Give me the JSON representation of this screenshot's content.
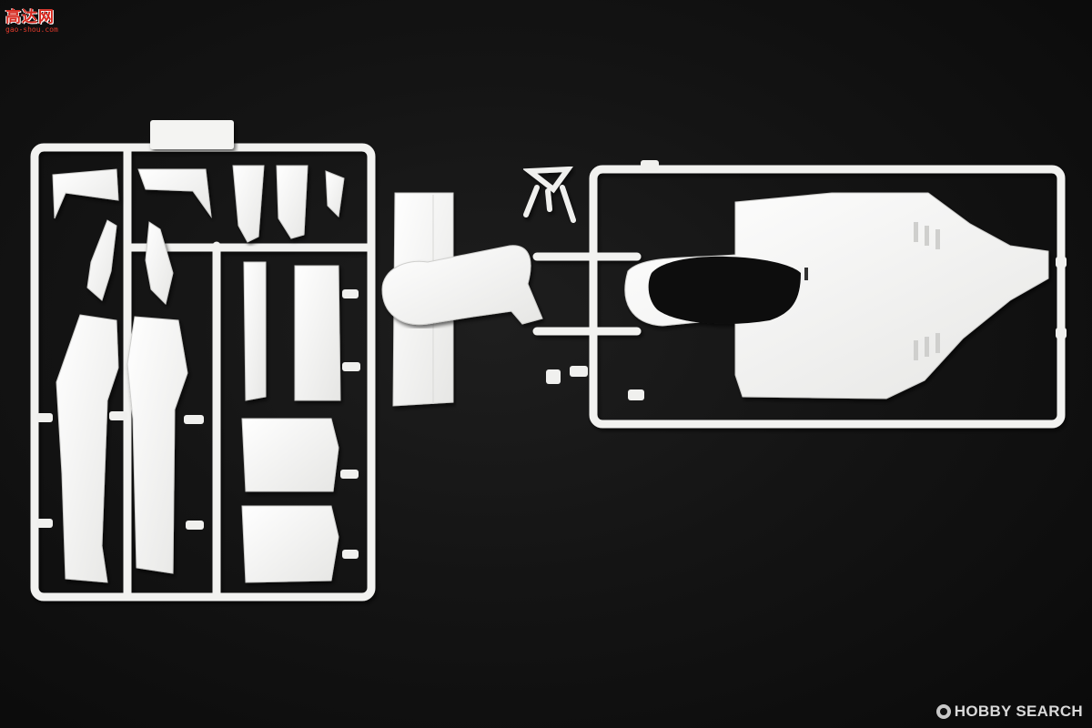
{
  "watermark_top": {
    "chinese": "高达网",
    "url": "gao-shou.com"
  },
  "watermark_bottom": {
    "text": "HOBBY SEARCH"
  },
  "colors": {
    "background": "#141414",
    "plastic": "#f4f4f2",
    "plastic_shadow": "#d4d4d2",
    "watermark_red": "#d6261c"
  }
}
